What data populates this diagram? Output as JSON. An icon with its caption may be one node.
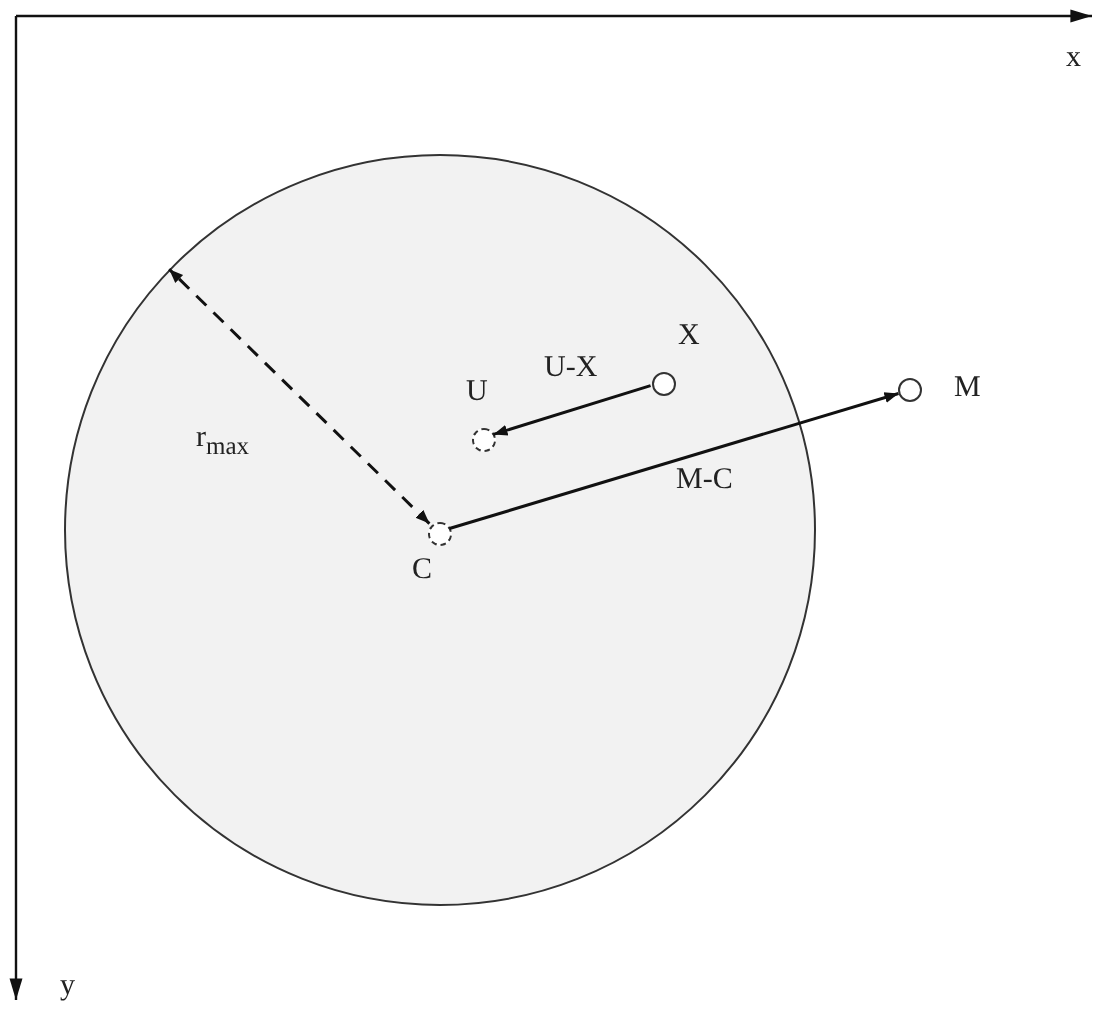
{
  "diagram": {
    "nodes": [
      {
        "text": [],
        "shape": "circle"
      },
      {
        "text": [],
        "shape": "circle",
        "in": 0,
        "beside": [
          "X"
        ]
      },
      {
        "text": [],
        "shape": "circle",
        "in": 0,
        "beside": [
          "U"
        ]
      },
      {
        "text": [],
        "shape": "circle",
        "in": 0,
        "beside": [
          "C"
        ]
      },
      {
        "text": [],
        "shape": "circle",
        "beside": [
          "M"
        ]
      }
    ],
    "edges": [
      {
        "from": 1,
        "to": 2,
        "arrow": "to",
        "label": "U-X"
      },
      {
        "from": 3,
        "to": 4,
        "arrow": "to",
        "label": "M-C"
      },
      {
        "from": 3,
        "to": 0,
        "arrow": "both",
        "style": "dashed",
        "label": "r$_{max}$"
      }
    ],
    "labels": [
      "x",
      "y"
    ]
  }
}
